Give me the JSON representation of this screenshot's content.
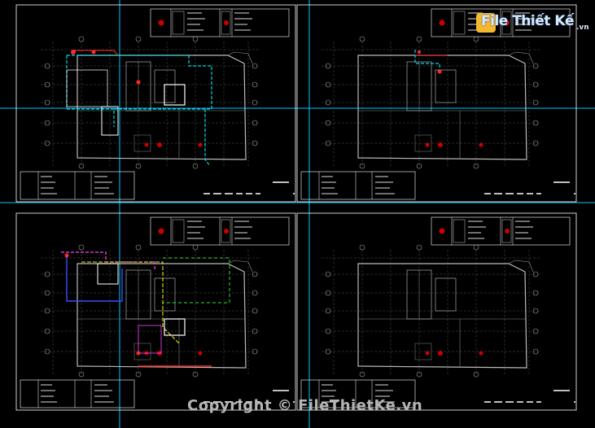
{
  "app": {
    "title": "CAD drawing viewer"
  },
  "logo": {
    "text": "File Thiết Kế",
    "suffix": ".vn"
  },
  "watermark": {
    "text": "Copyright © FileThietKe.vn"
  },
  "colors": {
    "background": "#000000",
    "crosshair": "#00c8ff",
    "frame": "#ffffff",
    "grid": "#6a6a6a",
    "wall": "#bdbdbd",
    "cyan_route": "#00d8e8",
    "red_route": "#ff2a2a",
    "yellow_route": "#e6e600",
    "magenta_route": "#ff44ff",
    "blue_route": "#3a4dff",
    "green_route": "#33e033"
  },
  "sheets": [
    {
      "id": "top-left",
      "routes": [
        "cyan",
        "red"
      ]
    },
    {
      "id": "top-right",
      "routes": [
        "cyan",
        "red"
      ]
    },
    {
      "id": "bottom-left",
      "routes": [
        "magenta",
        "blue",
        "yellow",
        "green",
        "red"
      ]
    },
    {
      "id": "bottom-right",
      "routes": []
    }
  ]
}
